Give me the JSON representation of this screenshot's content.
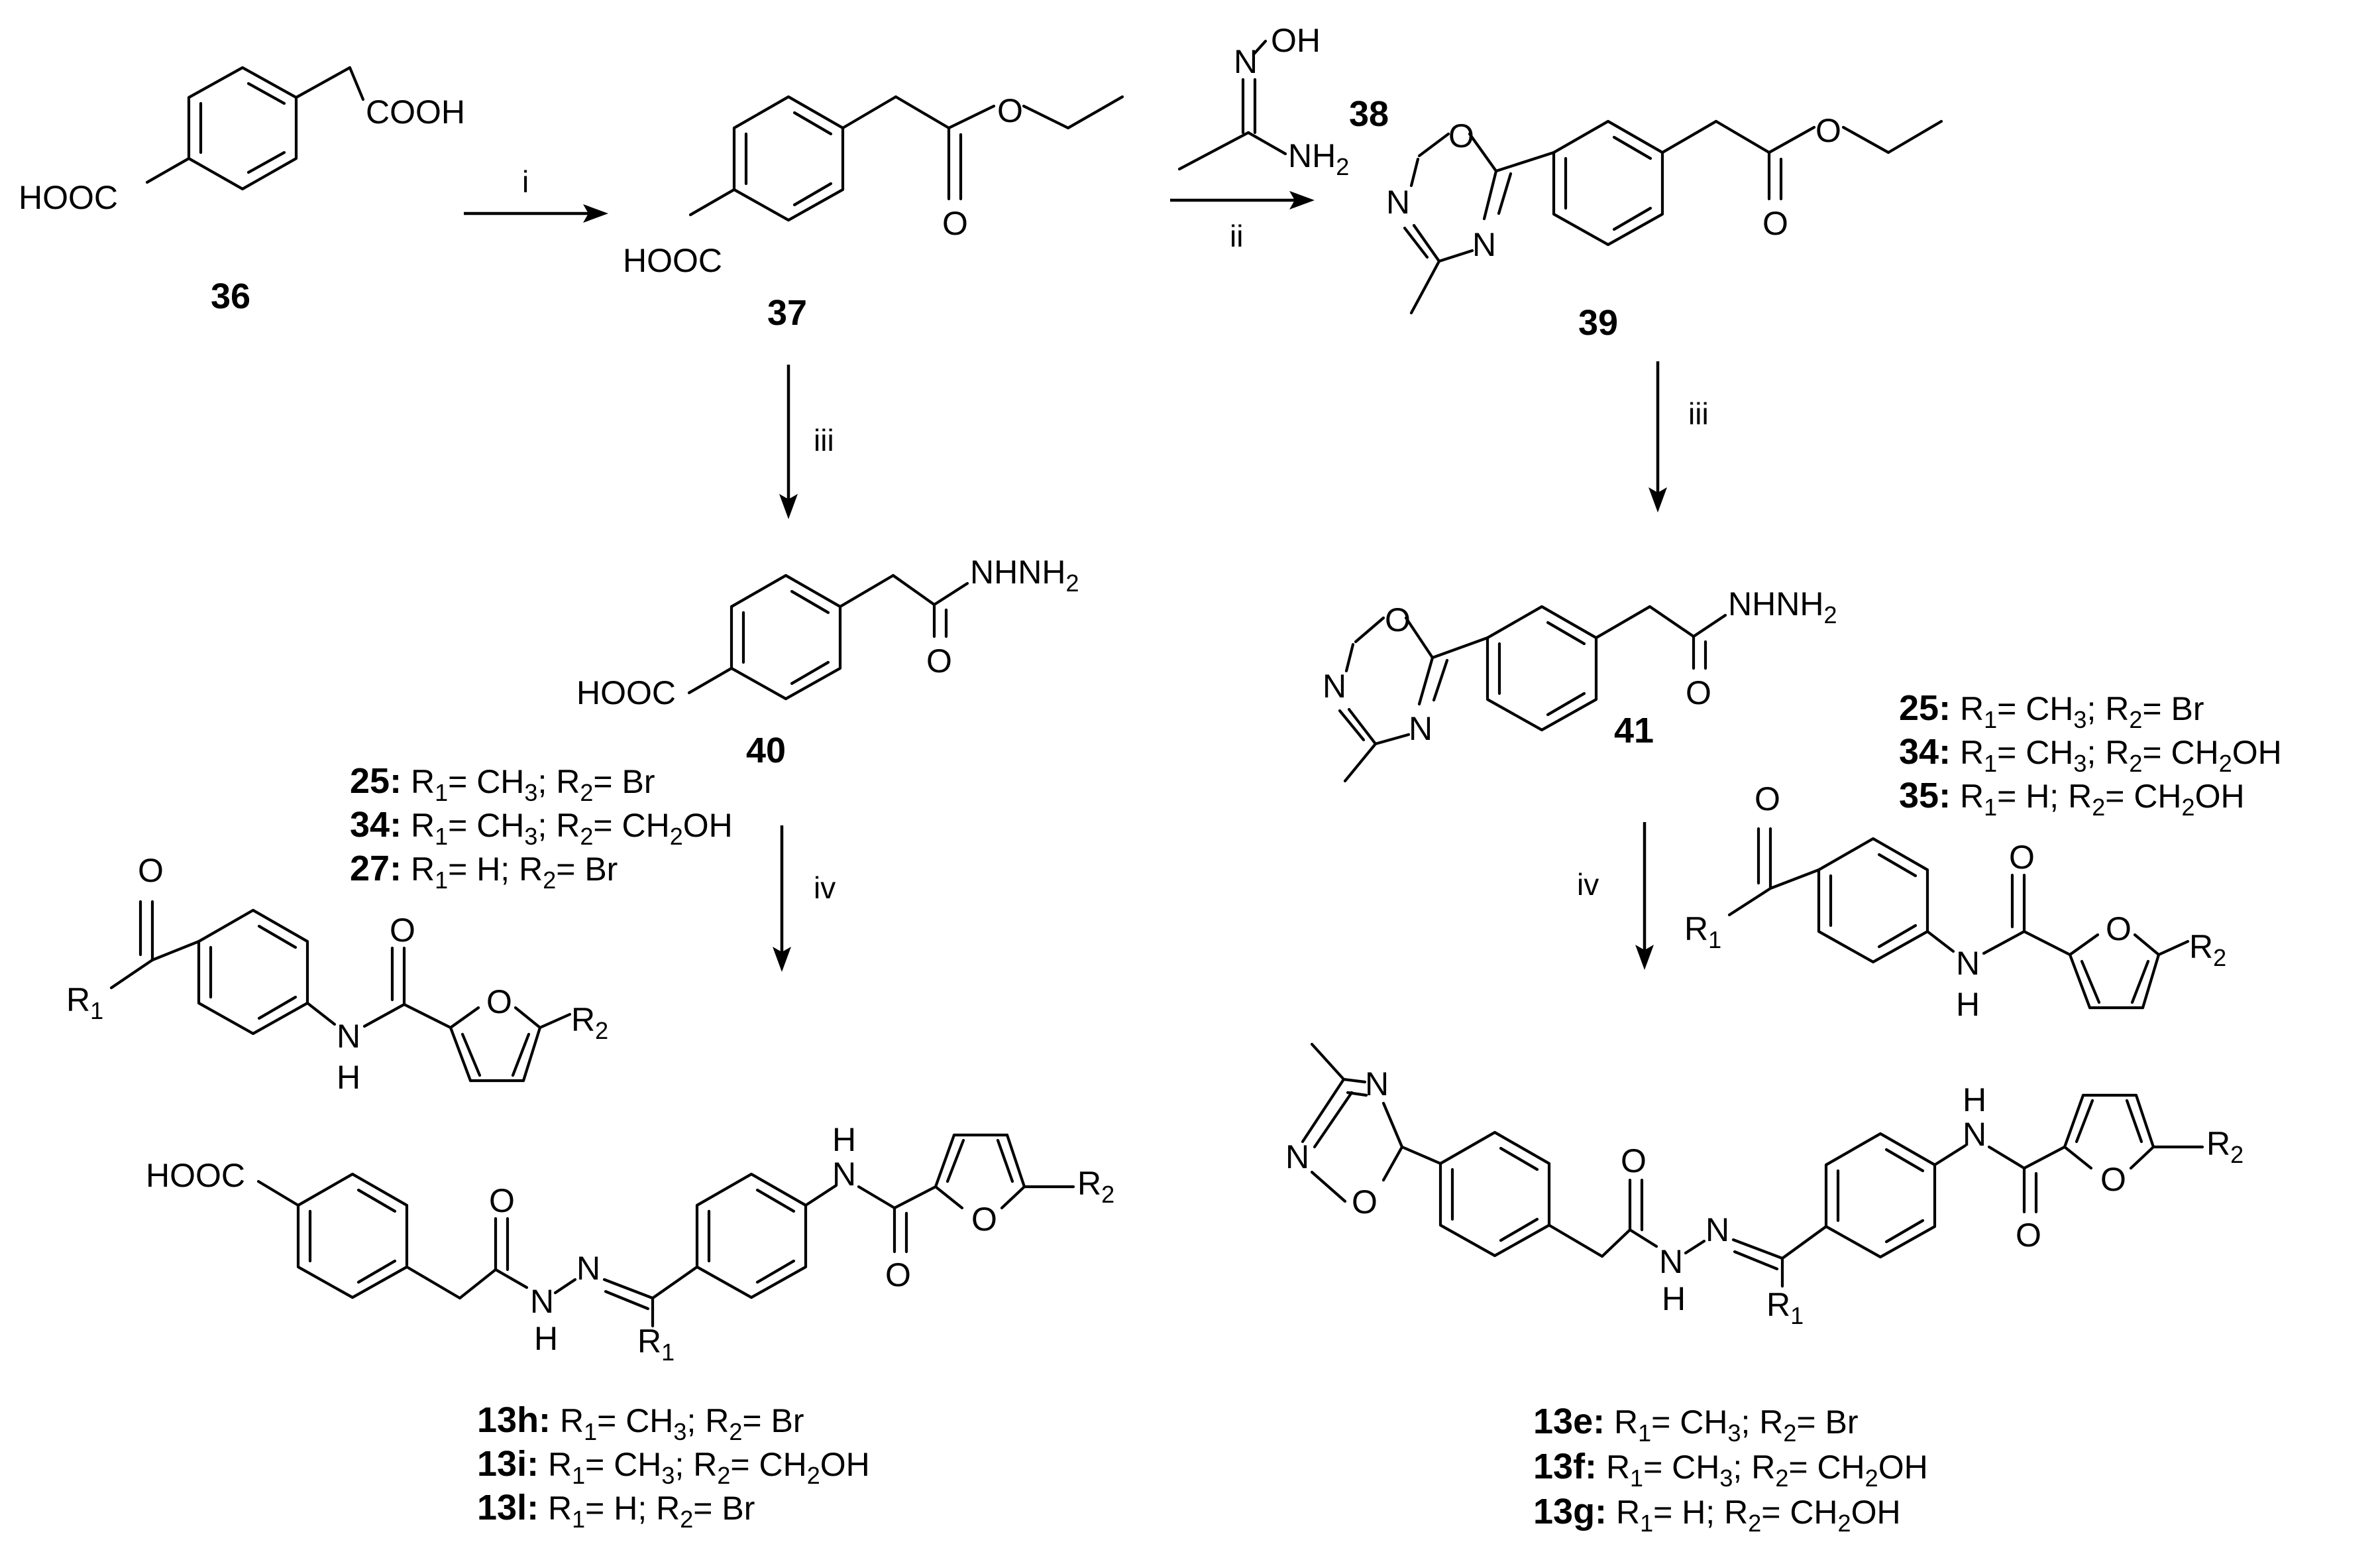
{
  "atoms": {
    "hooc": "HOOC",
    "cooh": "COOH",
    "o": "O",
    "oh": "OH",
    "n": "N",
    "h": "H",
    "nh": "NH",
    "nhnh": "NHNH",
    "sub2": "2",
    "r": "R",
    "sub1": "1",
    "eq": "= ",
    "ch": "CH",
    "sub3": "3",
    "sep": "; ",
    "br": "Br",
    "oh_tail": "OH"
  },
  "compounds": {
    "c36": "36",
    "c37": "37",
    "c38": "38",
    "c39": "39",
    "c40": "40",
    "c41": "41",
    "c25": "25:",
    "c34": "34:",
    "c27": "27:",
    "c35": "35:",
    "c13h": "13h:",
    "c13i": "13i:",
    "c13l": "13l:",
    "c13e": "13e:",
    "c13f": "13f:",
    "c13g": "13g:"
  },
  "steps": {
    "s1": "i",
    "s2": "ii",
    "s3": "iii",
    "s4": "iv"
  }
}
